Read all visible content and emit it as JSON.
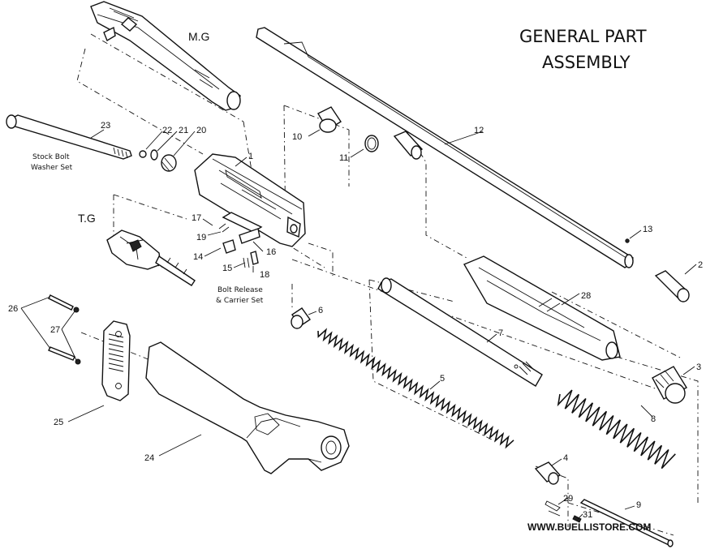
{
  "title": {
    "line1": "GENERAL PART",
    "line2": "ASSEMBLY"
  },
  "website": "WWW.BUELLISTORE.COM",
  "groups": {
    "mg": "M.G",
    "tg": "T.G",
    "stock_bolt_line1": "Stock Bolt",
    "stock_bolt_line2": "Washer Set",
    "bolt_release_line1": "Bolt Release",
    "bolt_release_line2": "& Carrier Set"
  },
  "part_numbers": {
    "p1": "1",
    "p2": "2",
    "p3": "3",
    "p4": "4",
    "p5": "5",
    "p6": "6",
    "p7": "7",
    "p8": "8",
    "p9": "9",
    "p10": "10",
    "p11": "11",
    "p12": "12",
    "p13": "13",
    "p14": "14",
    "p15": "15",
    "p16": "16",
    "p17": "17",
    "p18": "18",
    "p19": "19",
    "p20": "20",
    "p21": "21",
    "p22": "22",
    "p23": "23",
    "p24": "24",
    "p25": "25",
    "p26": "26",
    "p27": "27",
    "p28": "28",
    "p29": "29",
    "p31": "31"
  },
  "icons": {
    "receiver": "receiver-icon",
    "barrel": "barrel-icon",
    "stock": "stock-icon",
    "recoil_pad": "recoil-pad-icon",
    "forend": "forend-icon",
    "magazine_tube": "magazine-tube-icon",
    "spring": "spring-icon",
    "bolt_group": "bolt-group-icon",
    "trigger_group": "trigger-group-icon"
  }
}
